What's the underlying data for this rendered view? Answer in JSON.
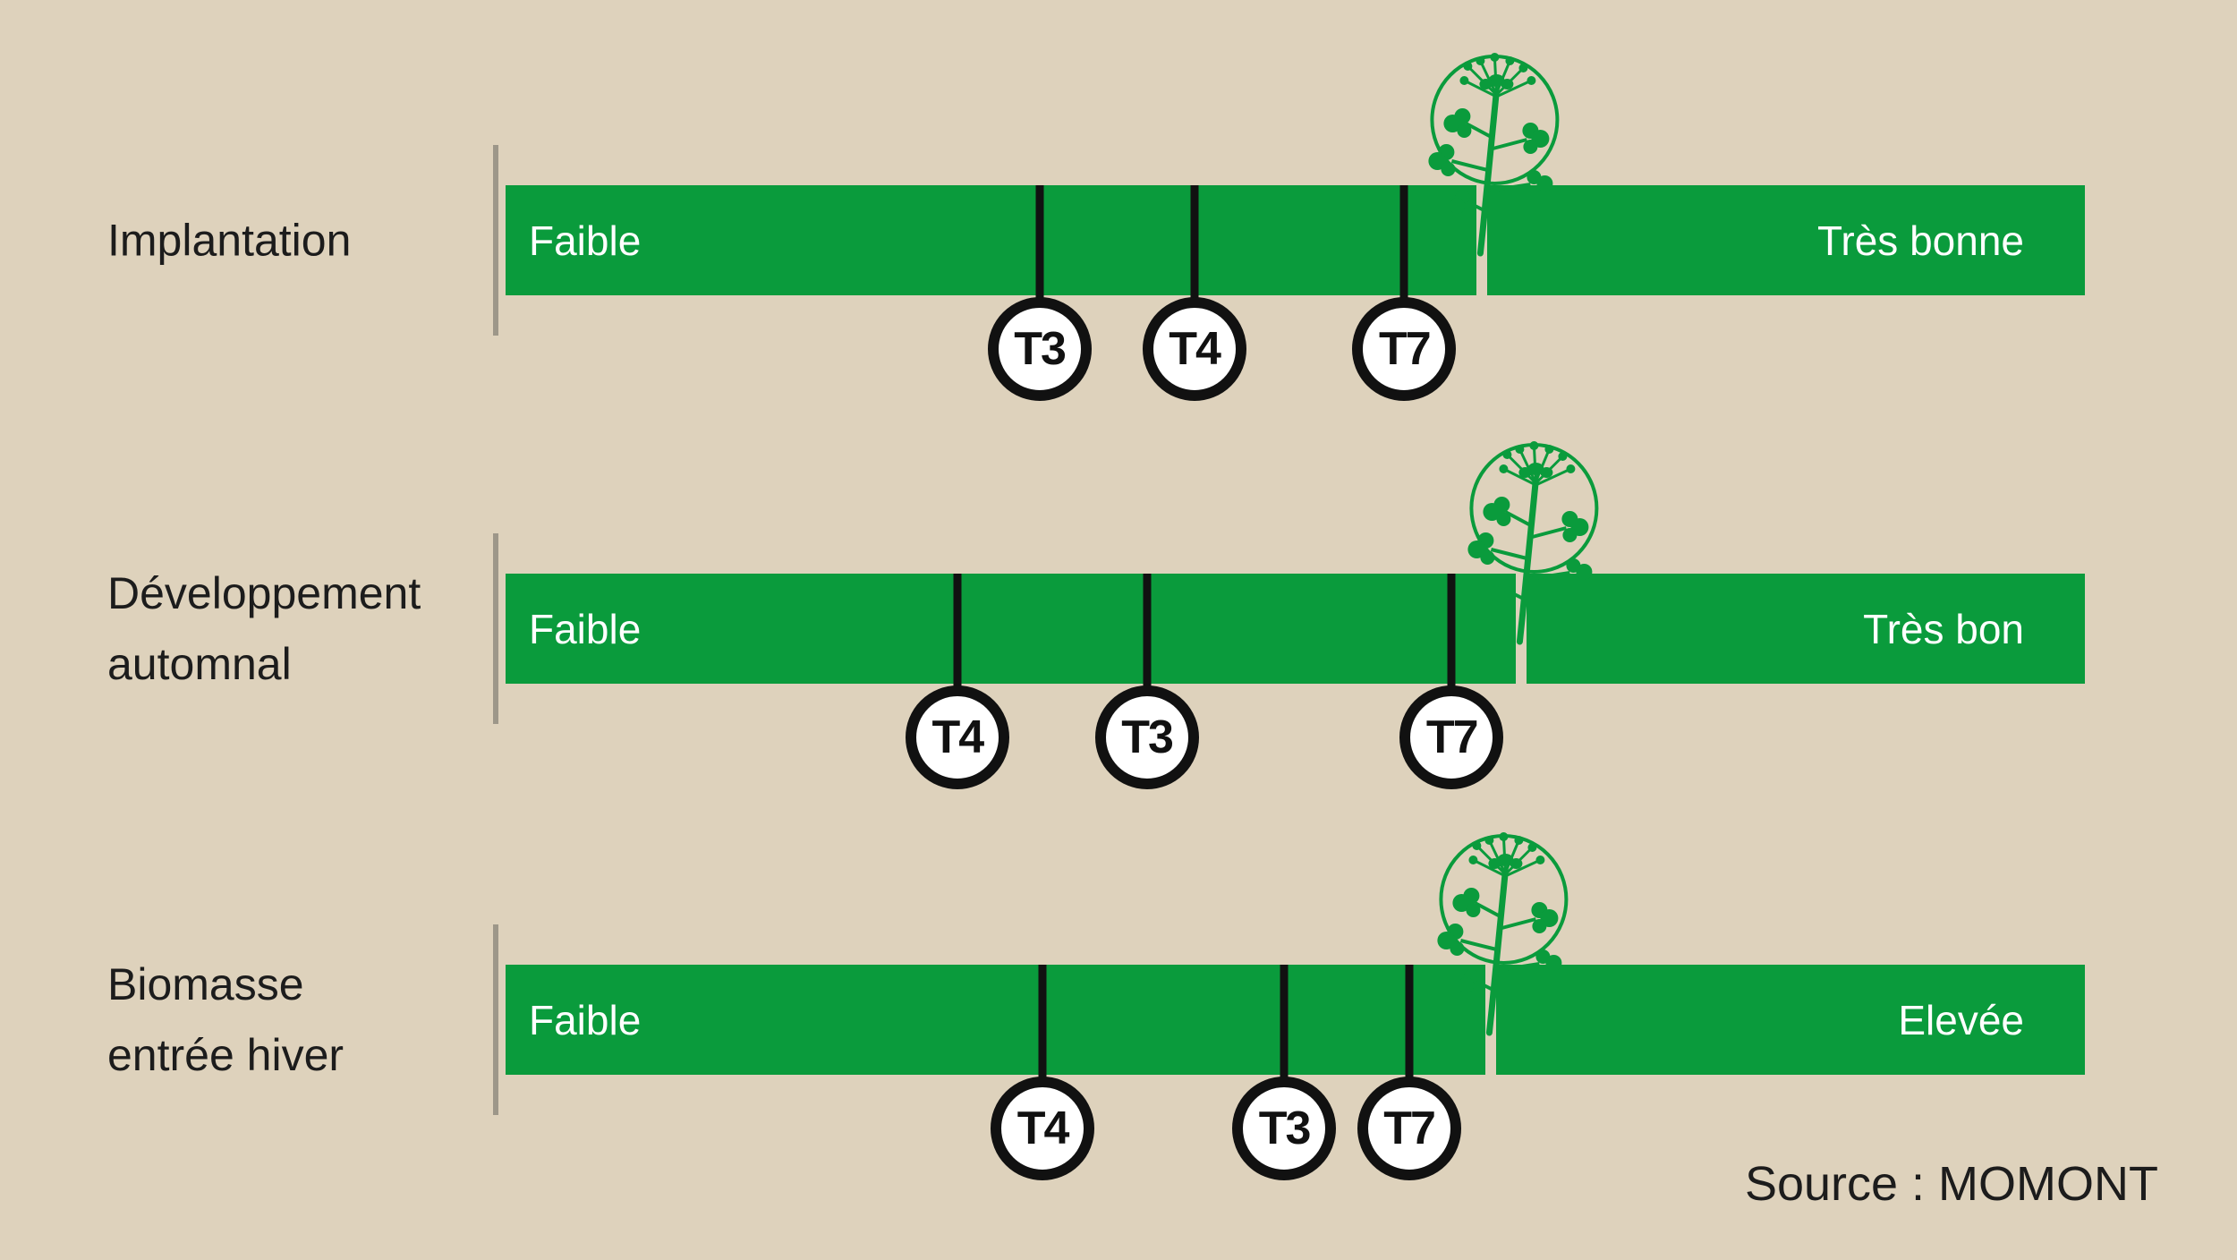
{
  "colors": {
    "background": "#ded2bc",
    "bar_green": "#0a9b3c",
    "tick_black": "#111111",
    "axis_gray": "#9d9789",
    "text_dark": "#1c1c1c",
    "bar_label_white": "#ffffff"
  },
  "source": {
    "label": "Source : MOMONT"
  },
  "chart_data": {
    "type": "qualitative-scale-bars",
    "title": "",
    "legend_position": "none",
    "grid": false,
    "icon": "rapeseed-plant-icon",
    "rows": [
      {
        "category": "Implantation",
        "category_lines": [
          "Implantation"
        ],
        "min_label": "Faible",
        "max_label": "Très bonne",
        "markers": [
          {
            "label": "T3",
            "pos_pct": 33.8
          },
          {
            "label": "T4",
            "pos_pct": 43.6
          },
          {
            "label": "T7",
            "pos_pct": 56.9
          }
        ],
        "optimum_icon": {
          "name": "rapeseed-plant",
          "pos_pct": 61.8
        }
      },
      {
        "category": "Développement automnal",
        "category_lines": [
          "Développement",
          "automnal"
        ],
        "min_label": "Faible",
        "max_label": "Très bon",
        "markers": [
          {
            "label": "T4",
            "pos_pct": 28.6
          },
          {
            "label": "T3",
            "pos_pct": 40.6
          },
          {
            "label": "T7",
            "pos_pct": 59.9
          }
        ],
        "optimum_icon": {
          "name": "rapeseed-plant",
          "pos_pct": 64.3
        }
      },
      {
        "category": "Biomasse entrée hiver",
        "category_lines": [
          "Biomasse",
          "entrée hiver"
        ],
        "min_label": "Faible",
        "max_label": "Elevée",
        "markers": [
          {
            "label": "T4",
            "pos_pct": 34.0
          },
          {
            "label": "T3",
            "pos_pct": 49.3
          },
          {
            "label": "T7",
            "pos_pct": 57.2
          }
        ],
        "optimum_icon": {
          "name": "rapeseed-plant",
          "pos_pct": 62.4
        }
      }
    ]
  }
}
